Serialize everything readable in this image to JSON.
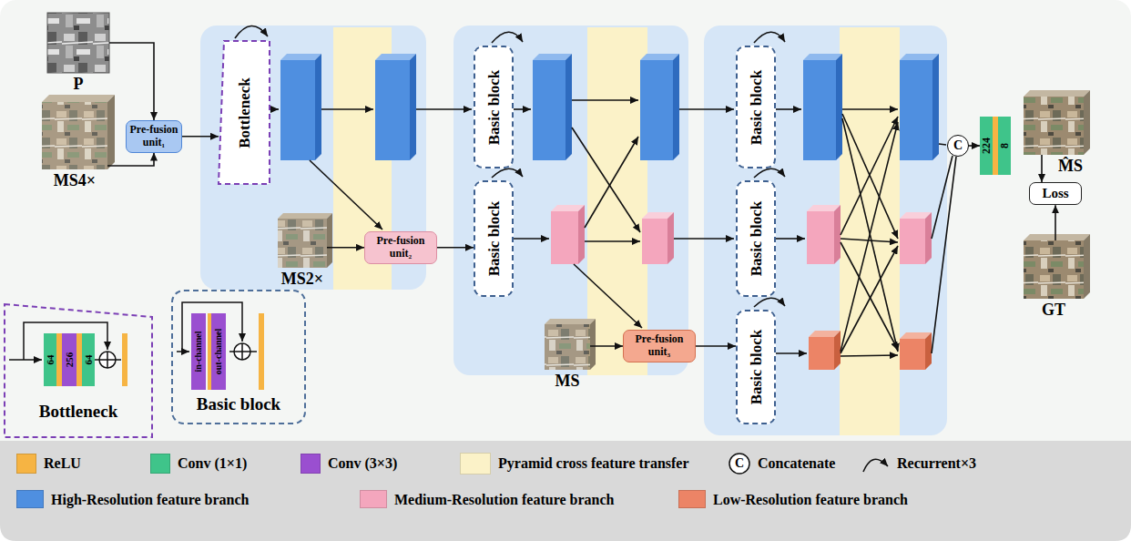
{
  "diagram": {
    "nodes": [
      {
        "text": [
          "P"
        ]
      },
      {
        "text": [
          "MS4×"
        ]
      },
      {
        "text": [
          "Pre-fusion unit₁"
        ]
      },
      {
        "text": [
          "Bottleneck"
        ]
      },
      {
        "text": [
          "MS2×"
        ]
      },
      {
        "text": [
          "Pre-fusion unit₂"
        ]
      },
      {
        "text": [
          "Basic block"
        ]
      },
      {
        "text": [
          "Basic block"
        ]
      },
      {
        "text": [
          "MS"
        ]
      },
      {
        "text": [
          "Pre-fusion unit₃"
        ]
      },
      {
        "text": [
          "Basic block"
        ]
      },
      {
        "text": [
          "Basic block"
        ]
      },
      {
        "text": [
          "Basic block"
        ]
      },
      {
        "text": [
          "C"
        ]
      },
      {
        "text": [
          "224"
        ]
      },
      {
        "text": [
          "8"
        ]
      },
      {
        "text": [
          "M̂S"
        ]
      },
      {
        "text": [
          "Loss"
        ]
      },
      {
        "text": [
          "GT"
        ]
      },
      {
        "text": [
          "Bottleneck"
        ]
      },
      {
        "text": [
          "64"
        ],
        "in": 19
      },
      {
        "text": [
          "256"
        ],
        "in": 19
      },
      {
        "text": [
          "64"
        ],
        "in": 19
      },
      {
        "text": [
          "Basic block"
        ]
      },
      {
        "text": [
          "in-channel"
        ],
        "in": 23
      },
      {
        "text": [
          "out-channel"
        ],
        "in": 23
      }
    ],
    "edges": [
      {
        "from": 0,
        "to": 2,
        "arrow": "to"
      },
      {
        "from": 1,
        "to": 2,
        "arrow": "to"
      },
      {
        "from": 2,
        "to": 3,
        "arrow": "to"
      },
      {
        "from": 4,
        "to": 5,
        "arrow": "to"
      },
      {
        "from": 5,
        "to": 7,
        "arrow": "to"
      },
      {
        "from": 8,
        "to": 9,
        "arrow": "to"
      },
      {
        "from": 9,
        "to": 12,
        "arrow": "to"
      },
      {
        "from": 13,
        "to": 14,
        "arrow": "to"
      },
      {
        "from": 16,
        "to": 17,
        "arrow": "to"
      },
      {
        "from": 18,
        "to": 17,
        "arrow": "to"
      }
    ],
    "labels": [
      "C"
    ],
    "legend": [
      {
        "text": "ReLU",
        "color": "#f6b443"
      },
      {
        "text": "Conv (1×1)",
        "color": "#3fc48a"
      },
      {
        "text": "Conv (3×3)",
        "color": "#9a4fd0"
      },
      {
        "text": "Pyramid cross feature transfer",
        "color": "#fbf2c8"
      },
      {
        "text": "Concatenate"
      },
      {
        "text": "Recurrent×3"
      },
      {
        "text": "High-Resolution feature branch",
        "color": "#4f8fe0"
      },
      {
        "text": "Medium-Resolution feature branch",
        "color": "#f4a6bd"
      },
      {
        "text": "Low-Resolution feature branch",
        "color": "#ec8466"
      }
    ]
  }
}
